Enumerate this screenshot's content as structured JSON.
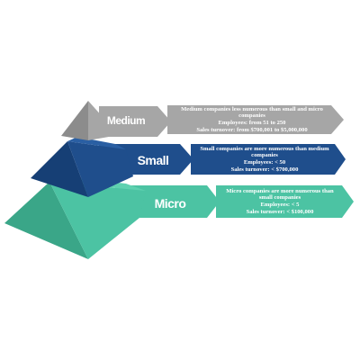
{
  "colors": {
    "medium": "#a6a6a6",
    "small": "#1f4e8c",
    "micro": "#4cc3a3"
  },
  "tiers": {
    "medium": {
      "label": "Medium",
      "desc": "Medium companies less numerous than  small and micro companies",
      "employees": "Employees: from 51 to 250",
      "sales": "Sales turnover: from $700,001 to $5,000,000"
    },
    "small": {
      "label": "Small",
      "desc": "Small companies are more numerous than medium companies",
      "employees": "Employees: < 50",
      "sales": "Sales turnover: < $700,000"
    },
    "micro": {
      "label": "Micro",
      "desc": "Micro companies are more numerous than small companies",
      "employees": "Employees: < 5",
      "sales": "Sales turnover: < $100,000"
    }
  }
}
